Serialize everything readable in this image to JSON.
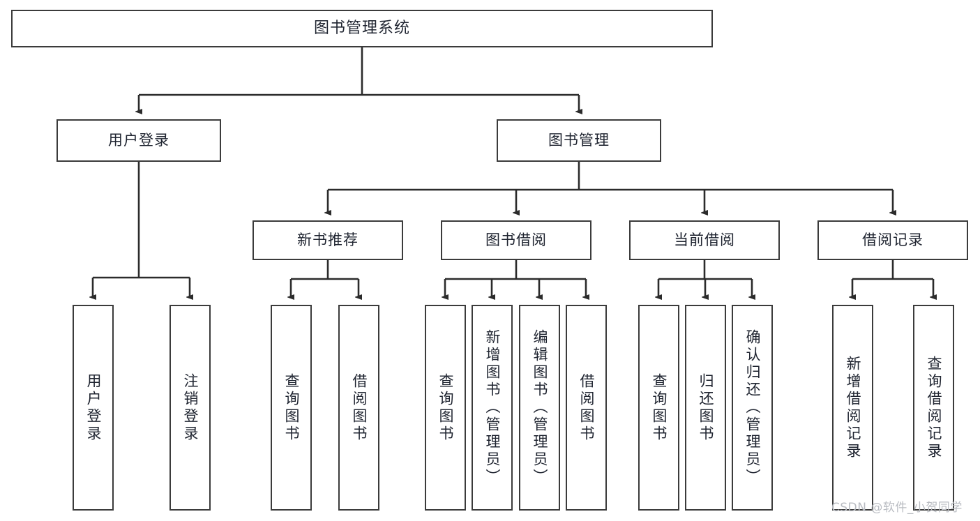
{
  "diagram": {
    "title": "图书管理系统",
    "type": "tree-hierarchy",
    "watermark": "CSDN @软件_小贺同学",
    "colors": {
      "box_border": "#3b3b3b",
      "box_fill": "#ffffff",
      "edge": "#2b2b2b",
      "text": "#1f2430",
      "watermark": "#b9bcc2"
    }
  },
  "nodes": {
    "root": {
      "label": "图书管理系统"
    },
    "level2": [
      {
        "label": "用户登录"
      },
      {
        "label": "图书管理"
      }
    ],
    "level3": [
      {
        "label": "新书推荐"
      },
      {
        "label": "图书借阅"
      },
      {
        "label": "当前借阅"
      },
      {
        "label": "借阅记录"
      }
    ],
    "leaves": {
      "user_login": [
        {
          "label": "用户登录"
        },
        {
          "label": "注销登录"
        }
      ],
      "new_book_recommend": [
        {
          "label": "查询图书"
        },
        {
          "label": "借阅图书"
        }
      ],
      "book_borrow": [
        {
          "label": "查询图书"
        },
        {
          "label": "新增图书（管理员）"
        },
        {
          "label": "编辑图书（管理员）"
        },
        {
          "label": "借阅图书"
        }
      ],
      "current_borrow": [
        {
          "label": "查询图书"
        },
        {
          "label": "归还图书"
        },
        {
          "label": "确认归还（管理员）"
        }
      ],
      "borrow_record": [
        {
          "label": "新增借阅记录"
        },
        {
          "label": "查询借阅记录"
        }
      ]
    }
  }
}
